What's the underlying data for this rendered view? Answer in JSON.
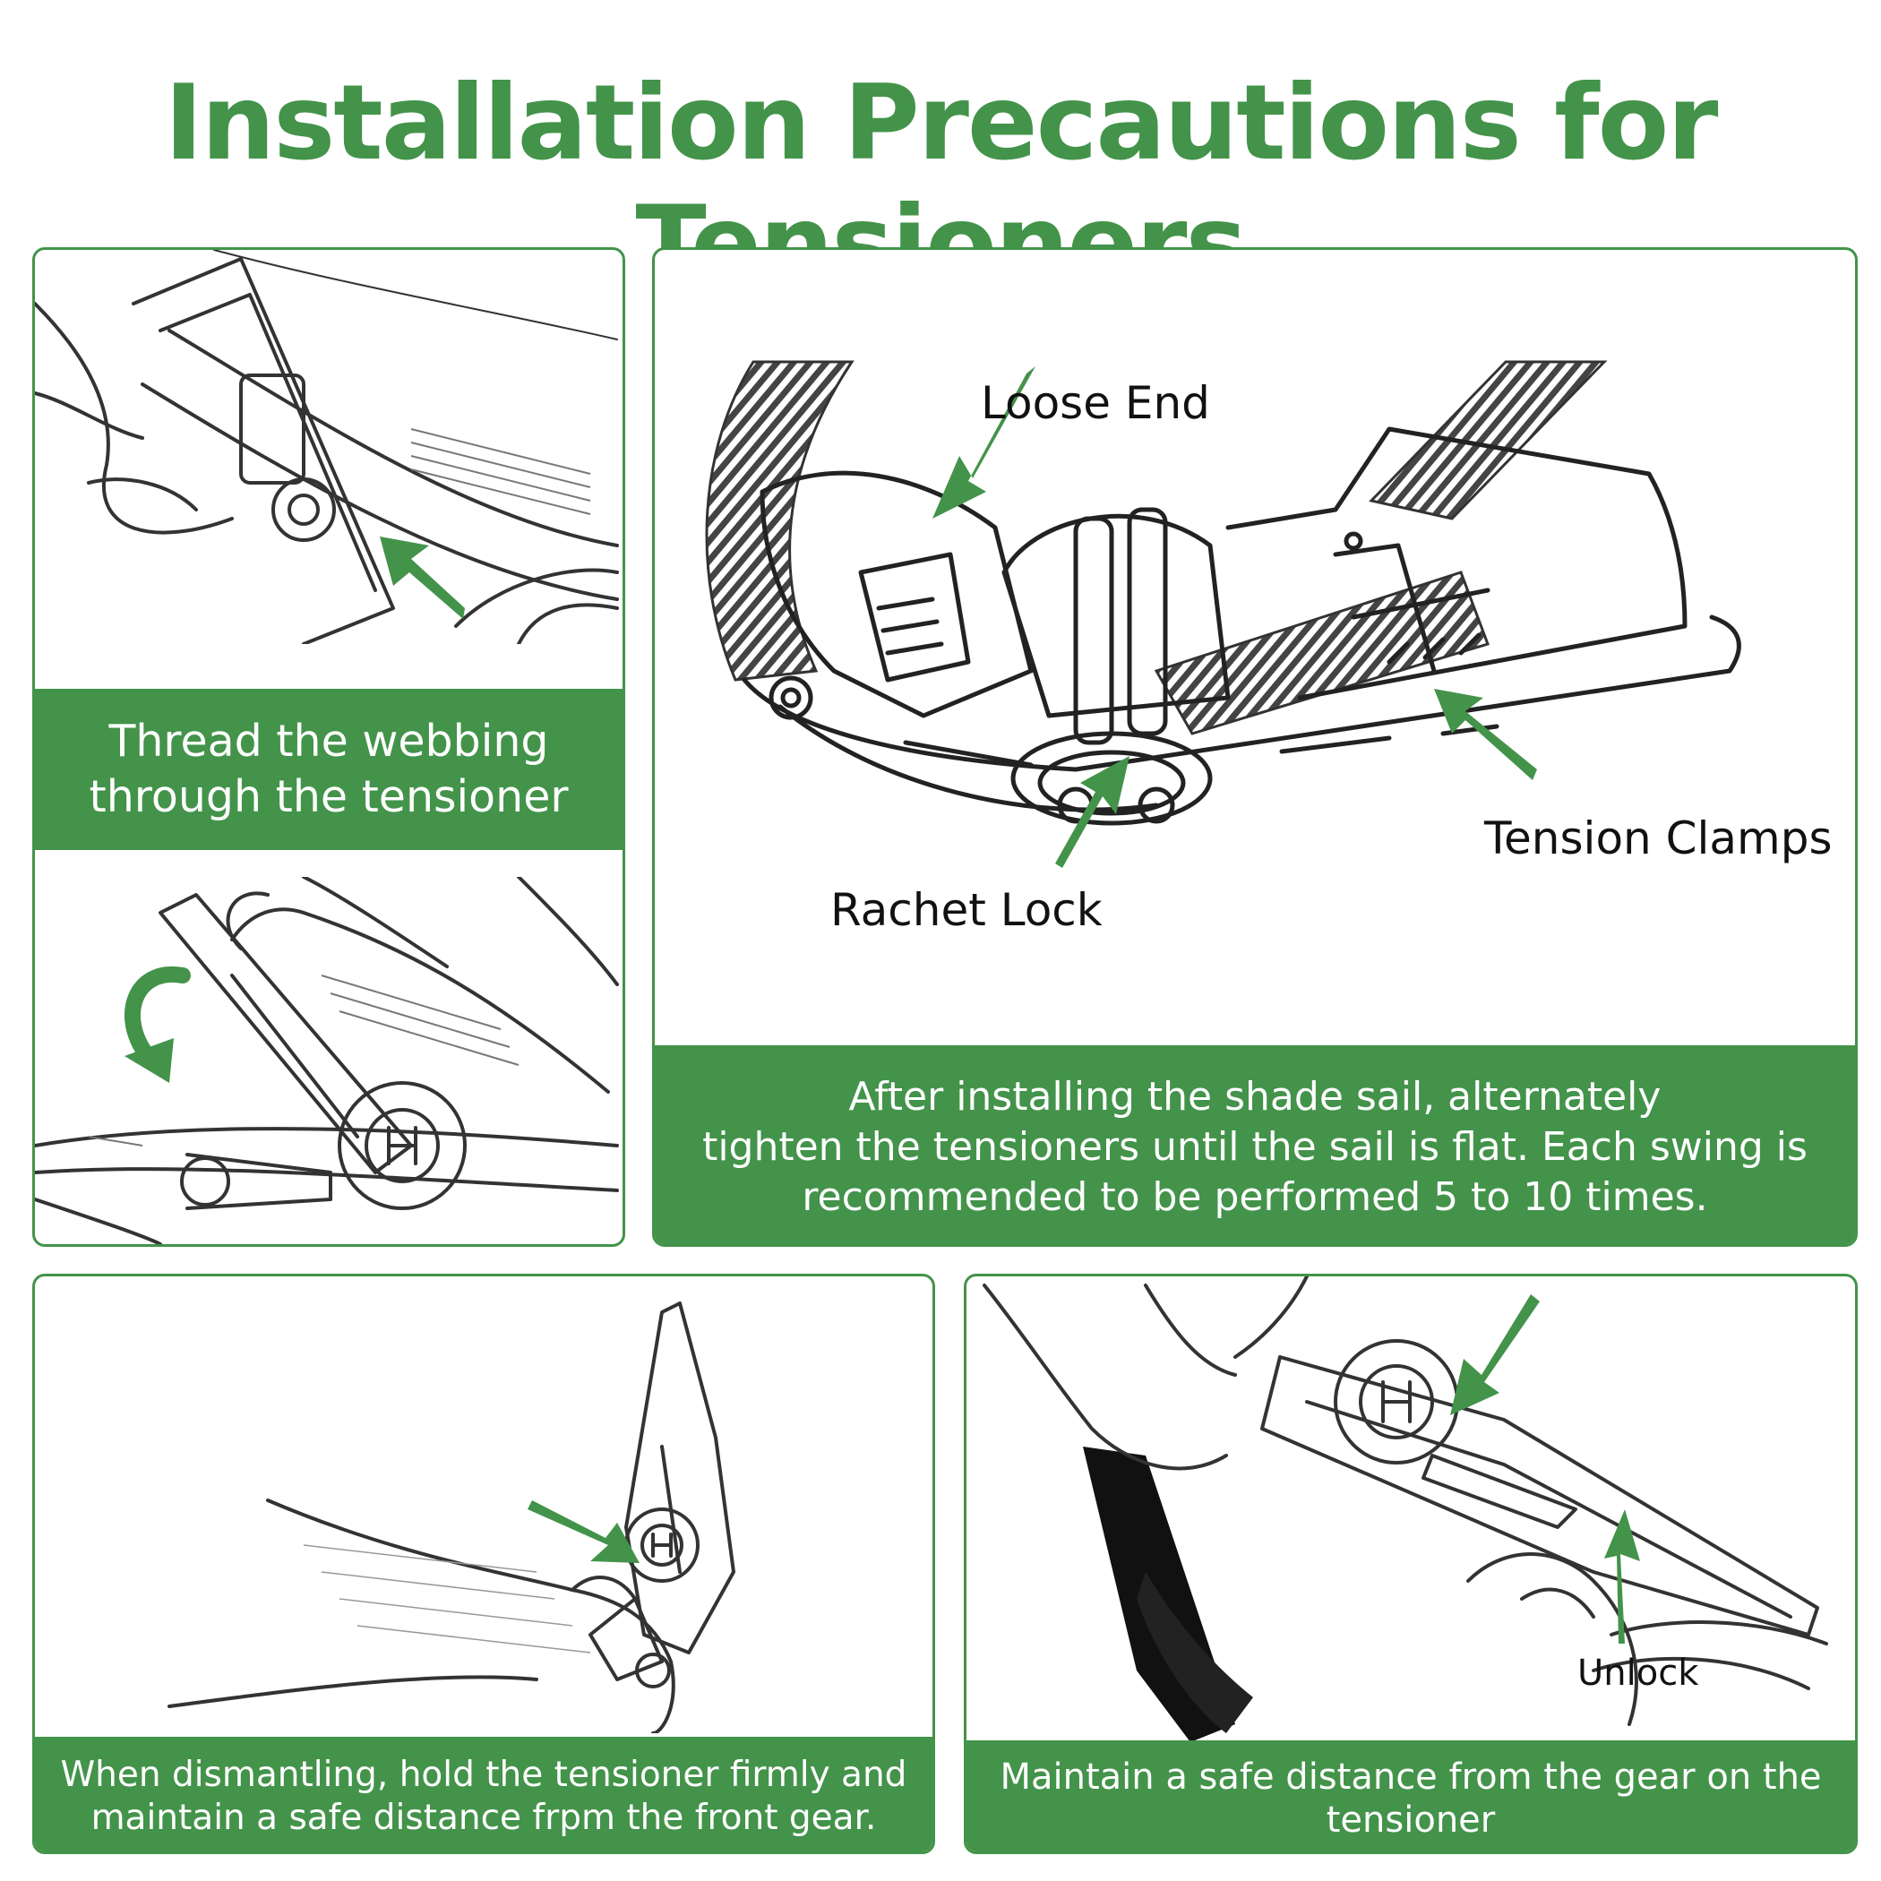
{
  "title": "Installation Precautions for Tensioners",
  "colors": {
    "accent": "#43934a",
    "band_text": "#ffffff",
    "line_art": "#333333"
  },
  "panels": {
    "thread": {
      "caption_lines": [
        "Thread the webbing",
        "through the tensioner"
      ]
    },
    "diagram": {
      "labels": {
        "loose_end": "Loose End",
        "tension_clamps": "Tension Clamps",
        "rachet_lock": "Rachet Lock"
      },
      "caption_lines": [
        "After installing the shade sail, alternately",
        "tighten the tensioners until the sail is flat. Each swing is",
        "recommended to be performed 5 to 10 times."
      ]
    },
    "dismantle": {
      "caption_lines": [
        "When dismantling, hold the tensioner firmly and",
        "maintain a safe distance frpm the front gear."
      ]
    },
    "unlock": {
      "label": "Unlock",
      "caption_lines": [
        "Maintain a safe distance from the gear on the",
        "tensioner"
      ]
    }
  },
  "icons": [
    "green-arrow-icon",
    "curved-arrow-icon"
  ]
}
